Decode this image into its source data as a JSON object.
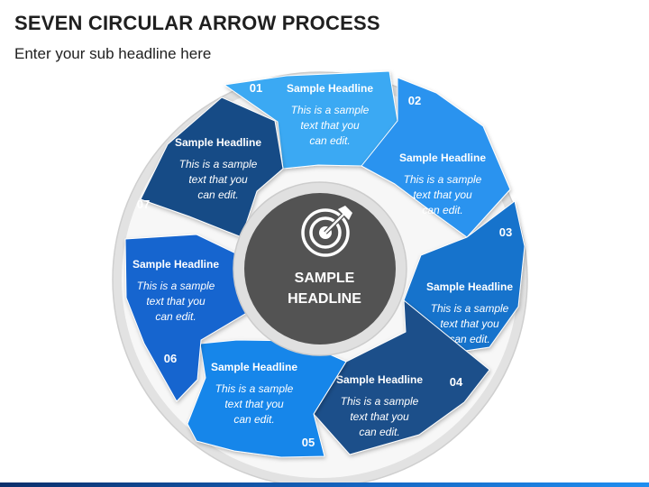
{
  "slide": {
    "title": "SEVEN CIRCULAR ARROW PROCESS",
    "subtitle": "Enter your sub headline here"
  },
  "center": {
    "icon": "target-arrow-icon",
    "line1": "SAMPLE",
    "line2": "HEADLINE"
  },
  "segments": [
    {
      "number": "01",
      "headline": "Sample Headline",
      "text": [
        "This is a sample",
        "text that you",
        "can edit."
      ],
      "color": "#3aa9f3"
    },
    {
      "number": "02",
      "headline": "Sample Headline",
      "text": [
        "This is a sample",
        "text that you",
        "can edit."
      ],
      "color": "#2a93ef"
    },
    {
      "number": "03",
      "headline": "Sample Headline",
      "text": [
        "This is a sample",
        "text that you",
        "can edit."
      ],
      "color": "#1873cc"
    },
    {
      "number": "04",
      "headline": "Sample Headline",
      "text": [
        "This is a sample",
        "text that you",
        "can edit."
      ],
      "color": "#1b4f8a"
    },
    {
      "number": "05",
      "headline": "Sample Headline",
      "text": [
        "This is a sample",
        "text that you",
        "can edit."
      ],
      "color": "#1786ea"
    },
    {
      "number": "06",
      "headline": "Sample Headline",
      "text": [
        "This is a sample",
        "text that you",
        "can edit."
      ],
      "color": "#1565cf"
    },
    {
      "number": "07",
      "headline": "Sample Headline",
      "text": [
        "This is a sample",
        "text that you",
        "can edit."
      ],
      "color": "#144b86"
    }
  ]
}
